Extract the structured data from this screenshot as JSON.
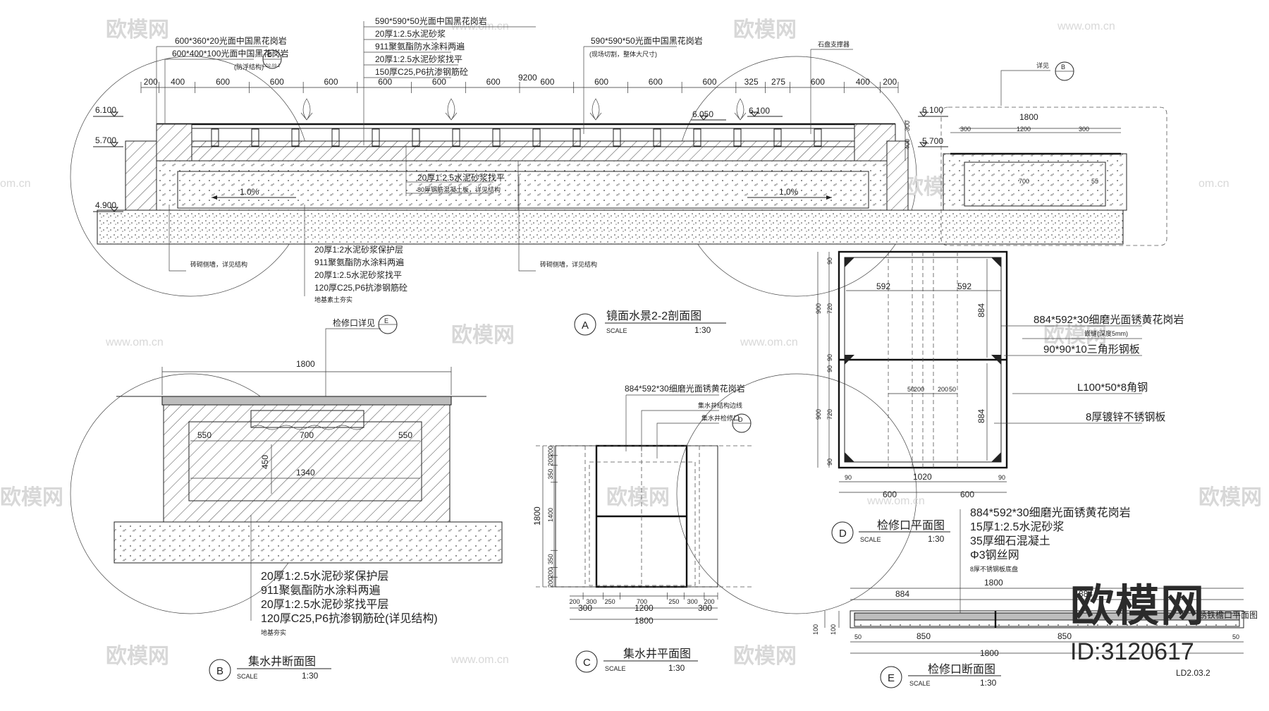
{
  "watermark": {
    "text": "欧模网",
    "url": "www.om.cn",
    "url_short": "om.cn",
    "brand": "欧模网",
    "id": "ID:3120617"
  },
  "sheet_no": "LD2.03.2",
  "section_a": {
    "badge": "A",
    "title": "镜面水景2-2剖面图",
    "scale_label": "SCALE",
    "scale": "1:30",
    "callouts_top": [
      "590*590*50光面中国黑花岗岩",
      "20厚1:2.5水泥砂浆",
      "911聚氨酯防水涂料两遍",
      "20厚1:2.5水泥砂浆找平",
      "150厚C25,P6抗渗钢筋砼"
    ],
    "callout_left1": "600*360*20光面中国黑花岗岩",
    "callout_left2": "600*400*100光面中国黑花岗岩",
    "callout_left3": "(防浮结构)",
    "callout_mid": "590*590*50光面中国黑花岗岩",
    "callout_mid2": "(现场切割，整体大尺寸)",
    "callout_right": "石盘支撑器",
    "detail_ref": "详见",
    "detail_badge": "B",
    "detail_badge_sheet": "LD2.03.2",
    "dims_top": [
      "200",
      "400",
      "600",
      "600",
      "600",
      "600",
      "600",
      "600",
      "600",
      "600",
      "600",
      "600",
      "325",
      "275",
      "600",
      "400",
      "200"
    ],
    "overall": "9200",
    "levels": [
      "6.100",
      "5.700",
      "4.900",
      "6.050",
      "6.100",
      "6.100",
      "5.700"
    ],
    "vert_dims": [
      "300",
      "400"
    ],
    "slope_left": "1.0%",
    "slope_right": "1.0%",
    "inner_notes": [
      "20厚1:2.5水泥砂浆找平",
      "80厚钢筋混凝土板，详见结构"
    ],
    "bottom_notes": [
      "20厚1:2水泥砂浆保护层",
      "911聚氨酯防水涂料两遍",
      "20厚1:2.5水泥砂浆找平",
      "120厚C25,P6抗渗钢筋砼",
      "地基素土夯实"
    ],
    "leader_left": "砖砌侧墙，详见结构",
    "leader_right": "砖砌侧墙，详见结构",
    "pit_dims": [
      "1800",
      "300",
      "1200",
      "300"
    ],
    "pit_inner": [
      "700",
      "55"
    ]
  },
  "section_b": {
    "badge": "B",
    "title": "集水井断面图",
    "scale_label": "SCALE",
    "scale": "1:30",
    "detail_label": "检修口详见",
    "detail_badge": "E",
    "dims": [
      "1800",
      "550",
      "700",
      "550",
      "1340",
      "450"
    ],
    "notes": [
      "20厚1:2.5水泥砂浆保护层",
      "911聚氨酯防水涂料两遍",
      "20厚1:2.5水泥砂浆找平层",
      "120厚C25,P6抗渗钢筋砼(详见结构)",
      "地基夯实"
    ]
  },
  "plan_c": {
    "badge": "C",
    "title": "集水井平面图",
    "scale_label": "SCALE",
    "scale": "1:30",
    "callouts": [
      "884*592*30细磨光面锈黄花岗岩",
      "集水井结构边线",
      "集水井检修口"
    ],
    "callout_badge": "D",
    "dims_bottom1": [
      "200",
      "300",
      "250",
      "700",
      "250",
      "300",
      "200"
    ],
    "dims_bottom2": [
      "300",
      "1200",
      "300"
    ],
    "overall": "1800",
    "dims_left": [
      "200",
      "200",
      "350",
      "1400",
      "350",
      "200",
      "200"
    ],
    "overall_left": "1800"
  },
  "plan_d": {
    "badge": "D",
    "title": "检修口平面图",
    "scale_label": "SCALE",
    "scale": "1:30",
    "dims_inner": [
      "592",
      "592",
      "884",
      "884",
      "50",
      "200",
      "200",
      "50"
    ],
    "dims_left": [
      "90",
      "720",
      "900",
      "90",
      "90",
      "720",
      "900",
      "90"
    ],
    "dims_bottom": [
      "90",
      "1020",
      "90",
      "600",
      "600"
    ],
    "callouts": [
      "884*592*30细磨光面锈黄花岗岩",
      "嵌缝(深度5mm)",
      "90*90*10三角形钢板",
      "L100*50*8角钢",
      "8厚镀锌不锈钢板"
    ]
  },
  "section_e": {
    "badge": "E",
    "title": "检修口断面图",
    "scale_label": "SCALE",
    "scale": "1:30",
    "notes": [
      "884*592*30细磨光面锈黄花岗岩",
      "15厚1:2.5水泥砂浆",
      "35厚细石混凝土",
      "Φ3钢丝网",
      "8厚不锈钢板底盘"
    ],
    "dims_top": [
      "1800",
      "884",
      "884"
    ],
    "dims_bottom": [
      "50",
      "850",
      "850",
      "50",
      "1800"
    ],
    "dims_left": [
      "100",
      "100"
    ],
    "side_note": "锈铁檐口平面图"
  }
}
